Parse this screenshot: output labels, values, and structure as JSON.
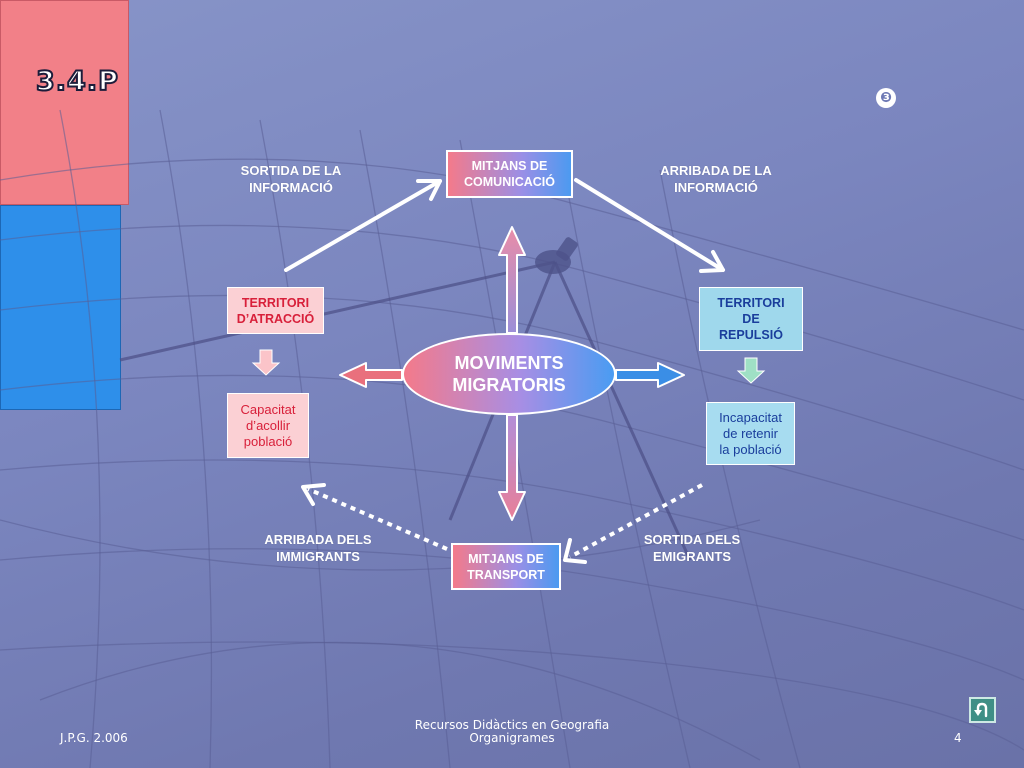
{
  "slide": {
    "code": "3.4.P",
    "step": "❸"
  },
  "labels": {
    "info_out": "SORTIDA DE LA\nINFORMACIÓ",
    "info_in": "ARRIBADA DE LA\nINFORMACIÓ",
    "immigrants_in": "ARRIBADA DELS\nIMMIGRANTS",
    "emigrants_out": "SORTIDA DELS\nEMIGRANTS"
  },
  "boxes": {
    "media": "MITJANS DE\nCOMUNICACIÓ",
    "transport": "MITJANS DE\nTRANSPORT",
    "center": "MOVIMENTS\nMIGRATORIS",
    "attraction_title": "TERRITORI\nD’ATRACCIÓ",
    "attraction_capacity": "Capacitat\nd’acollir\npoblació",
    "repulsion_title": "TERRITORI\nDE\nREPULSIÓ",
    "repulsion_capacity": "Incapacitat\nde retenir\nla població"
  },
  "colors": {
    "attraction": "#f28088",
    "repulsion": "#2e8fea",
    "attraction_text": "#d8203a",
    "repulsion_text": "#1a3e9c"
  },
  "footer": {
    "author": "J.P.G. 2.006",
    "title": "Recursos Didàctics en Geografia\nOrganigrames",
    "page": "4"
  },
  "icons": {
    "back": "return-arrow-icon"
  }
}
